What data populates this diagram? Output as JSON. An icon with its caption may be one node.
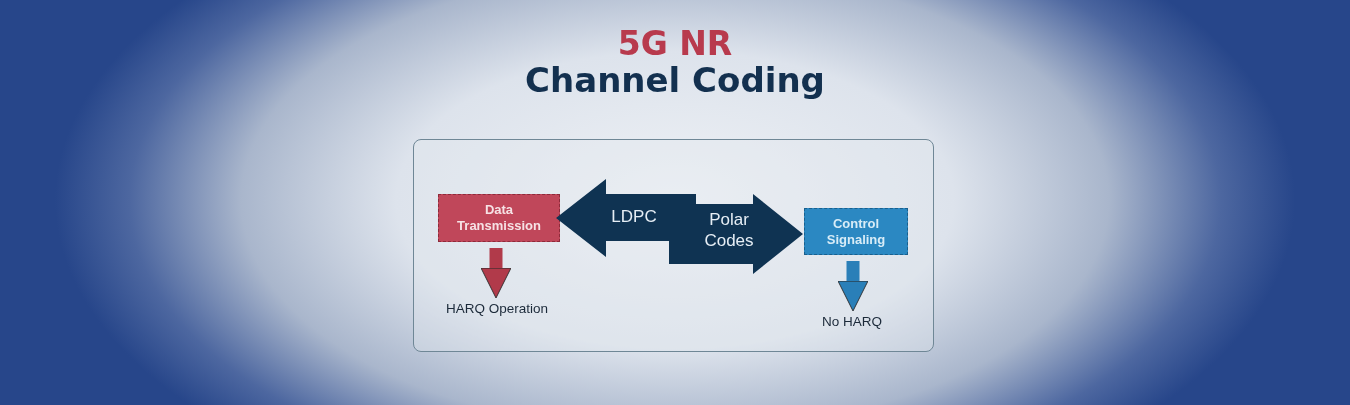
{
  "diagram": {
    "title": "5G NR",
    "nodes": [
      {
        "text": [],
        "shape": "box"
      },
      {
        "text": [
          "Data Transmission"
        ],
        "in": 0
      },
      {
        "text": [
          "LDPC"
        ],
        "in": 0
      },
      {
        "text": [
          "Polar Codes"
        ],
        "in": 0
      },
      {
        "text": [
          "Control Signaling"
        ],
        "in": 0
      },
      {
        "text": [
          "HARQ Operation"
        ],
        "in": 0
      },
      {
        "text": [
          "No HARQ"
        ],
        "in": 0
      }
    ],
    "edges": [
      {
        "from": 1,
        "to": 5,
        "arrow": "to",
        "color": "#b13a4a"
      },
      {
        "from": 4,
        "to": 6,
        "arrow": "to",
        "color": "#2a7fb8"
      }
    ],
    "labels": [
      "Channel Coding"
    ]
  }
}
